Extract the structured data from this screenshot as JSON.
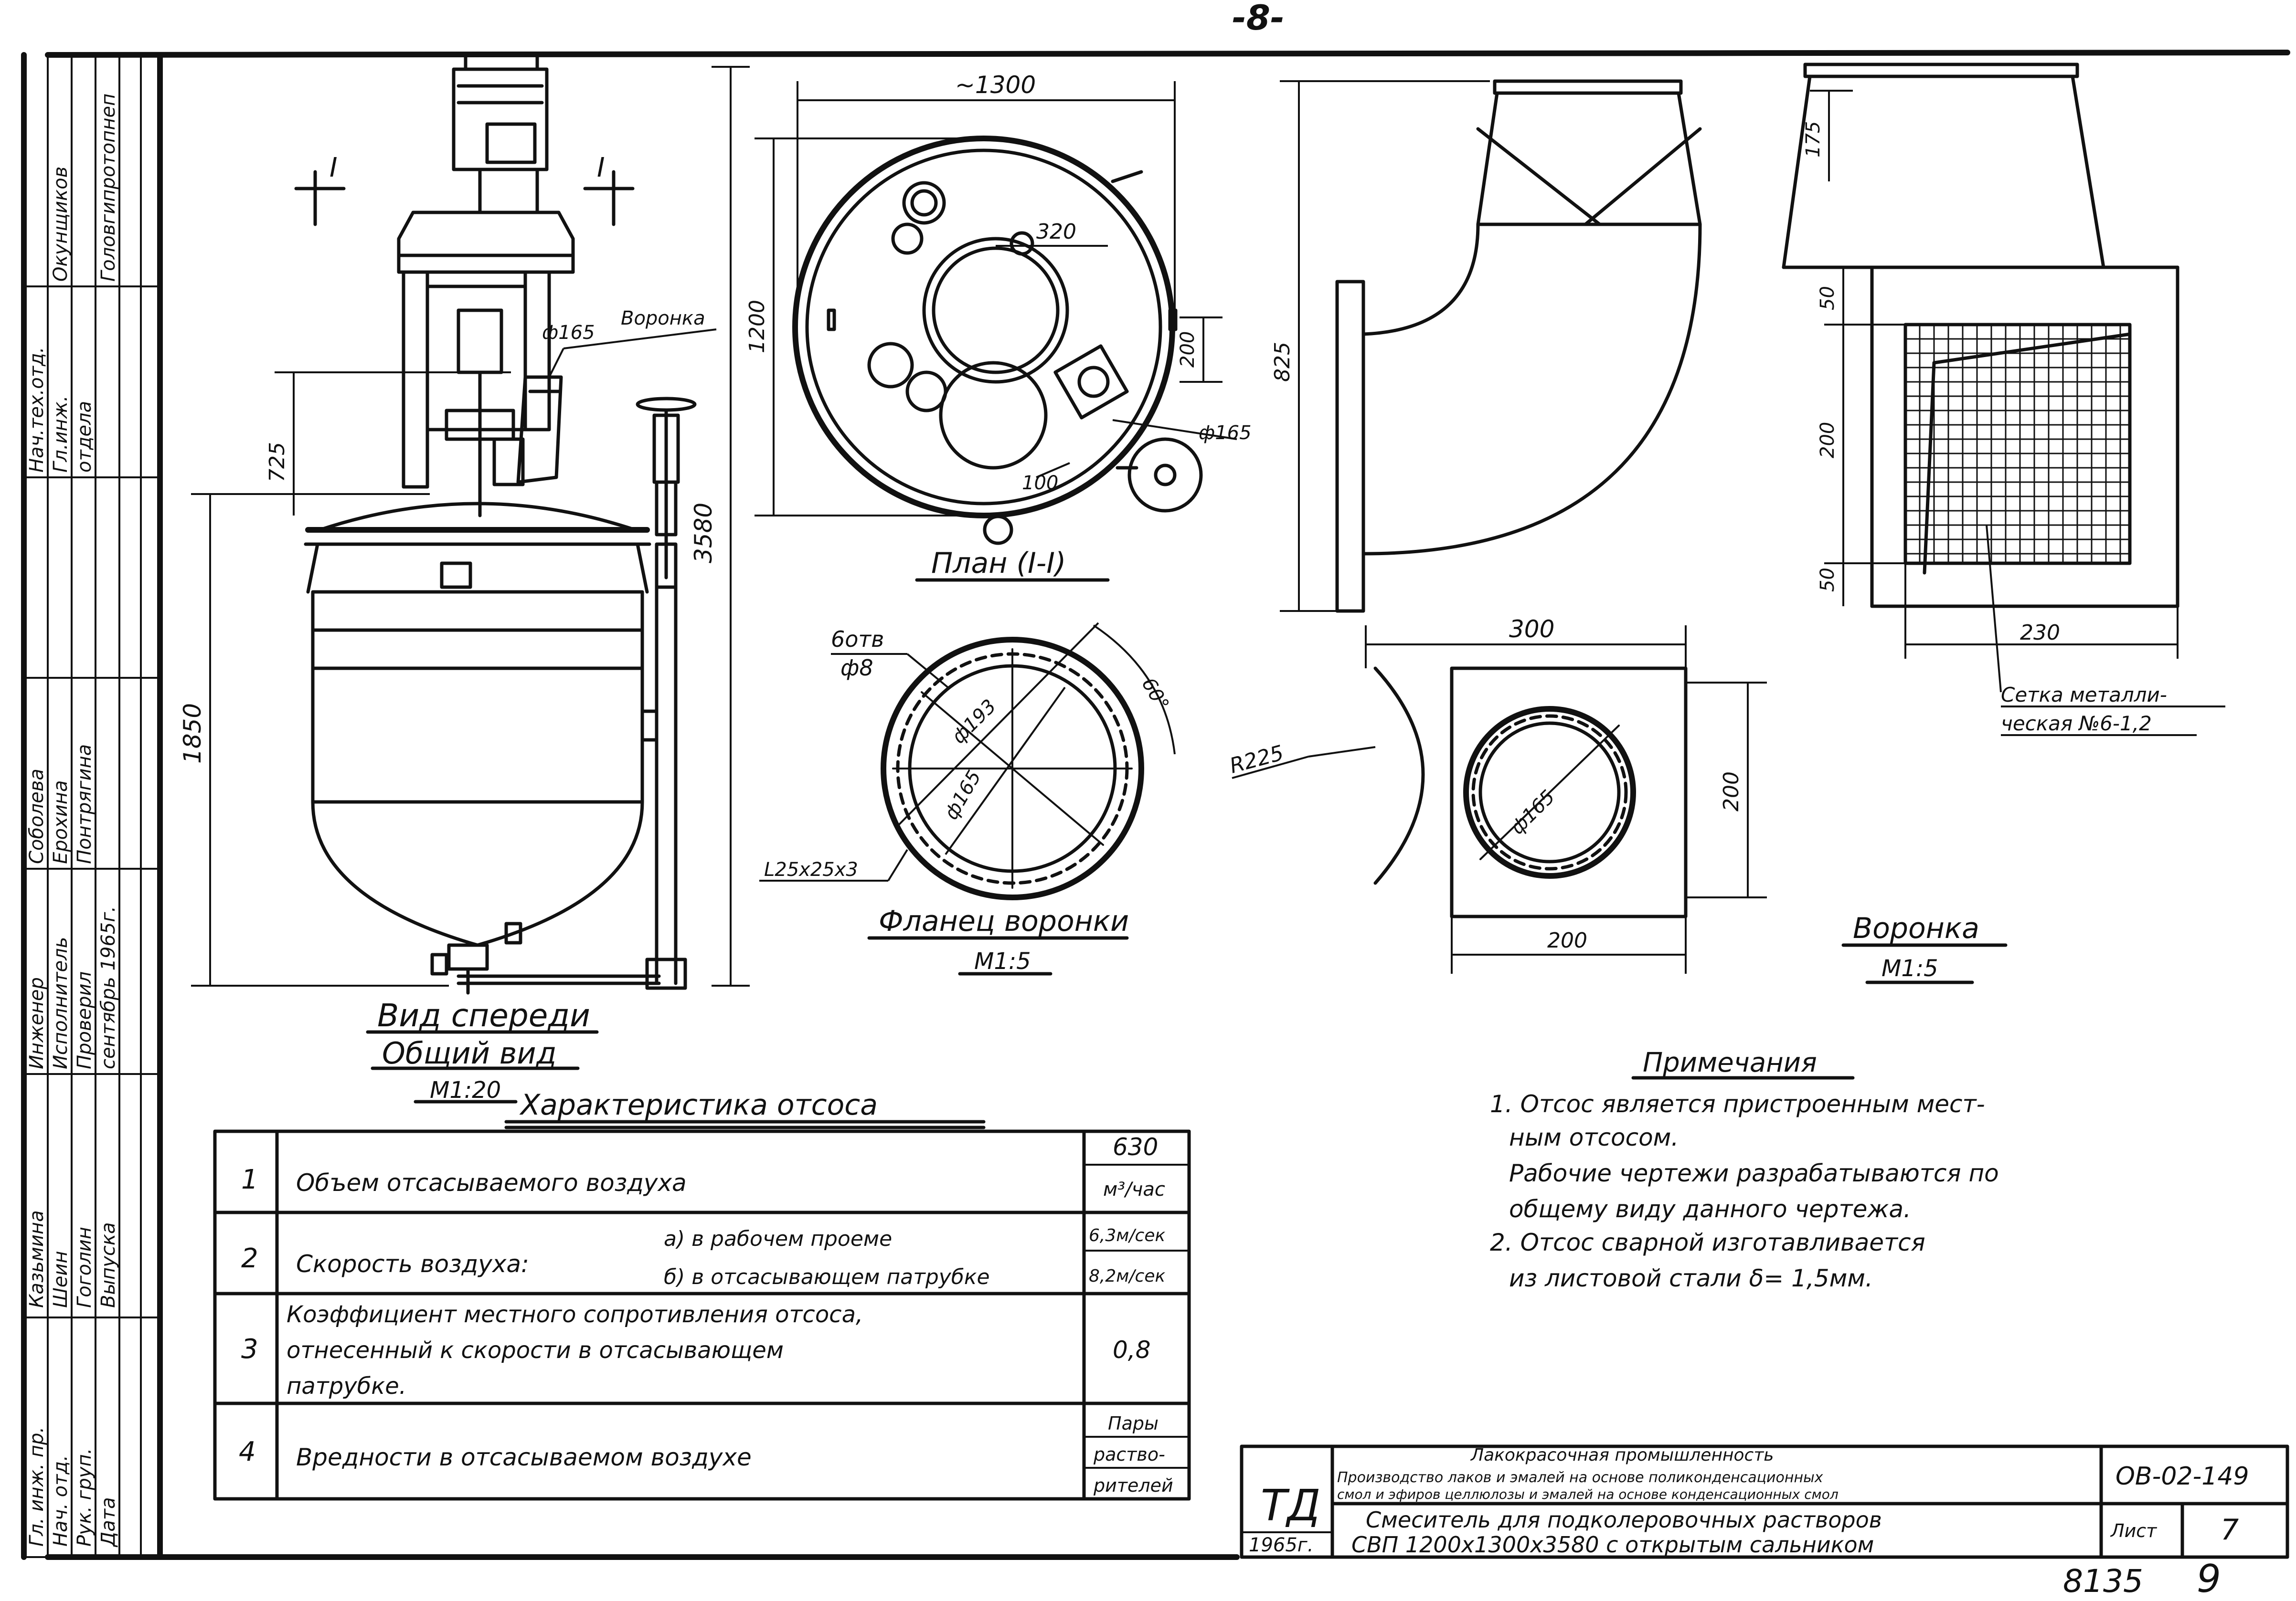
{
  "page_number": "-8-",
  "section_labels": {
    "cut_left": "I",
    "cut_right": "I"
  },
  "front_view": {
    "dims": {
      "total_height": "3580",
      "body_height": "1850",
      "upper_height": "725",
      "pipe_dia": "ф165"
    },
    "callout": "Воронка",
    "title_line1": "Вид спереди",
    "title_line2": "Общий вид",
    "scale": "М1:20"
  },
  "plan_view": {
    "dims": {
      "width": "~1300",
      "height": "1200",
      "offset_320": "320",
      "offset_200": "200",
      "offset_100": "100",
      "pipe_dia": "ф165"
    },
    "title": "План (I-I)"
  },
  "flange": {
    "bolts_line1": "6отв",
    "bolts_line2": "ф8",
    "angle": "60°",
    "outer_dia": "ф193",
    "inner_dia": "ф165",
    "profile": "L25x25x3",
    "title": "Фланец воронки",
    "scale": "М1:5"
  },
  "funnel": {
    "dims": {
      "side_height": "825",
      "top_width": "300",
      "radius": "R225",
      "pipe_dia": "ф165",
      "base_height": "200",
      "base_width": "200"
    }
  },
  "grid_box": {
    "dims": {
      "top": "175",
      "h1": "50",
      "h2": "200",
      "h3": "50",
      "width": "230"
    },
    "mesh_line1": "Сетка металли-",
    "mesh_line2": "ческая №6-1,2",
    "title": "Воронка",
    "scale": "М1:5"
  },
  "characteristics": {
    "title": "Характеристика отсоса",
    "rows": [
      {
        "num": "1",
        "param": "Объем отсасываемого воздуха",
        "value_line1": "630",
        "value_line2": "м³/час"
      },
      {
        "num": "2",
        "param": "Скорость воздуха:",
        "sub_a": "а) в рабочем проеме",
        "sub_b": "б) в отсасывающем патрубке",
        "value_line1": "6,3м/сек",
        "value_line2": "8,2м/сек"
      },
      {
        "num": "3",
        "param_line1": "Коэффициент местного сопротивления отсоса,",
        "param_line2": "отнесенный к скорости в отсасывающем",
        "param_line3": "патрубке.",
        "value_line1": "0,8"
      },
      {
        "num": "4",
        "param": "Вредности в отсасываемом воздухе",
        "value_line1": "Пары",
        "value_line2": "раство-",
        "value_line3": "рителей"
      }
    ]
  },
  "notes": {
    "title": "Примечания",
    "lines": [
      "1. Отсос является пристроенным мест-",
      "ным отсосом.",
      "Рабочие чертежи разрабатываются по",
      "общему виду данного чертежа.",
      "2. Отсос сварной изготавливается",
      "из листовой стали δ= 1,5мм."
    ]
  },
  "stamp": {
    "logo_main": "ТД",
    "logo_year": "1965г.",
    "industry_line1": "Лакокрасочная промышленность",
    "industry_line2": "Производство лаков и эмалей на основе поликонденсационных",
    "industry_line3": "смол и эфиров целлюлозы и эмалей на основе конденсационных смол",
    "object_line1": "Смеситель для подколеровочных растворов",
    "object_line2": "СВП 1200х1300х3580 с открытым сальником",
    "doc_code": "ОВ-02-149",
    "sheet_label": "Лист",
    "sheet_number": "7",
    "archive_number": "8135",
    "page_index": "9"
  },
  "side_block": {
    "col1": [
      "Гл. инж. пр.",
      "Нач. отд.",
      "Рук. груп.",
      "Дата"
    ],
    "col2": [
      "Казьмина",
      "Шеин",
      "Гоголин",
      "Выпуска"
    ],
    "col3": [
      "Инженер",
      "Исполнитель",
      "Проверил",
      "сентябрь 1965г."
    ],
    "col4": [
      "Соболева",
      "Ерохина",
      "Понтрягина"
    ],
    "col5": [
      "Нач.тех.отд.",
      "Гл.инж.",
      "отдела"
    ],
    "col6": [
      "Окунщиков",
      "Головгипротопнеп"
    ]
  }
}
